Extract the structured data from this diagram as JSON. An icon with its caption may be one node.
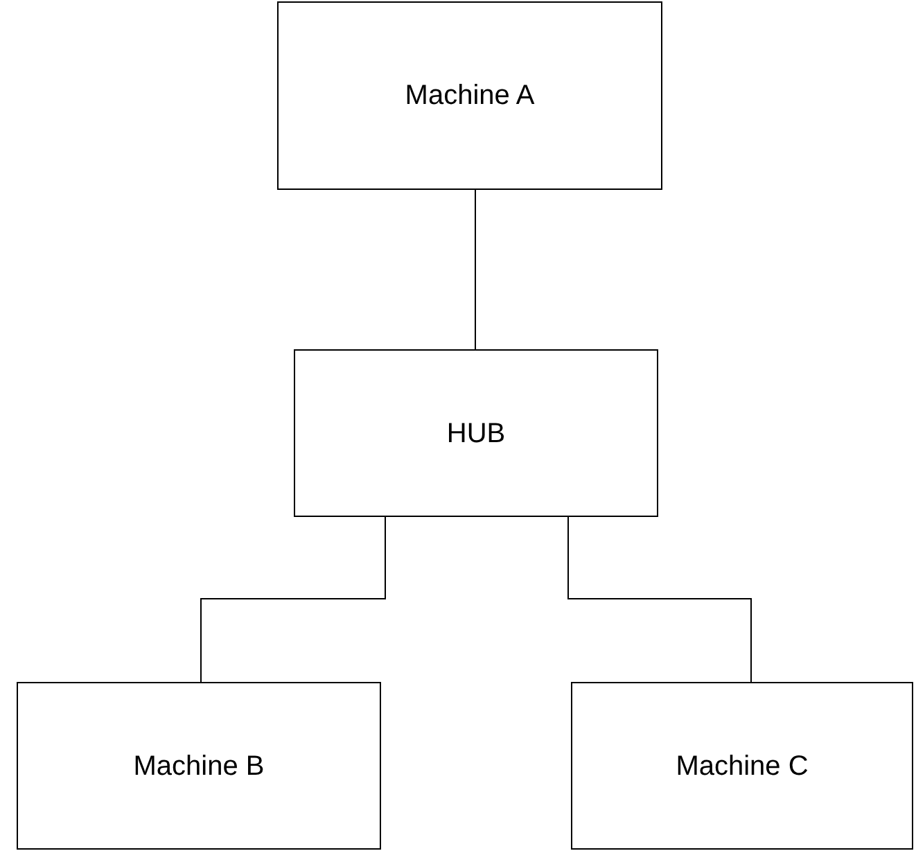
{
  "diagram": {
    "nodes": [
      {
        "text": [
          "Machine A"
        ]
      },
      {
        "text": [
          "HUB"
        ]
      },
      {
        "text": [
          "Machine B"
        ]
      },
      {
        "text": [
          "Machine C"
        ]
      }
    ],
    "edges": [
      {
        "from": 0,
        "to": 1,
        "arrow": "none"
      },
      {
        "from": 1,
        "to": 2,
        "arrow": "none"
      },
      {
        "from": 1,
        "to": 3,
        "arrow": "none"
      }
    ]
  }
}
